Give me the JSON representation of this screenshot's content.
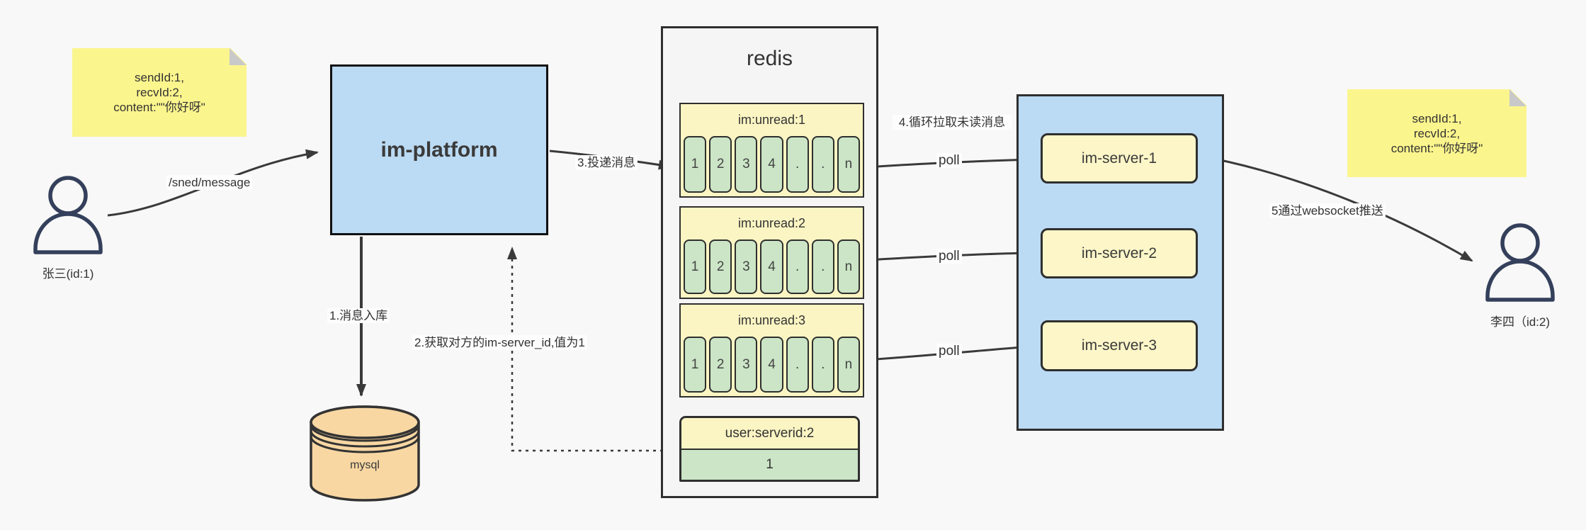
{
  "actors": {
    "sender": "张三(id:1)",
    "receiver": "李四（id:2)"
  },
  "sticky_note": {
    "lines": [
      "sendId:1,",
      "recvId:2,",
      "content:\"\"你好呀\""
    ]
  },
  "platform": {
    "label": "im-platform"
  },
  "database": {
    "label": "mysql"
  },
  "redis": {
    "title": "redis",
    "queues": [
      {
        "title": "im:unread:1",
        "cells": [
          "1",
          "2",
          "3",
          "4",
          ".",
          ".",
          "n"
        ]
      },
      {
        "title": "im:unread:2",
        "cells": [
          "1",
          "2",
          "3",
          "4",
          ".",
          ".",
          "n"
        ]
      },
      {
        "title": "im:unread:3",
        "cells": [
          "1",
          "2",
          "3",
          "4",
          ".",
          ".",
          "n"
        ]
      }
    ],
    "mapping": {
      "title": "user:serverid:2",
      "value": "1"
    }
  },
  "server_cluster": {
    "items": [
      {
        "label": "im-server-1"
      },
      {
        "label": "im-server-2"
      },
      {
        "label": "im-server-3"
      }
    ]
  },
  "labels": {
    "send_api": "/sned/message",
    "step1": "1.消息入库",
    "step2": "2.获取对方的im-server_id,值为1",
    "step3": "3.投递消息",
    "step4": "4.循环拉取未读消息",
    "step5": "5通过websocket推送",
    "poll": "poll"
  },
  "colors": {
    "background": "#f8f8f8",
    "note_yellow": "#fbf58d",
    "box_blue": "#bbdaf3",
    "box_yellow": "#fbf5c3",
    "cell_green": "#cbe5c6",
    "db_orange": "#f8d7a3",
    "container_gray": "#f5f5f5",
    "line_dark": "#3a3a3a"
  }
}
